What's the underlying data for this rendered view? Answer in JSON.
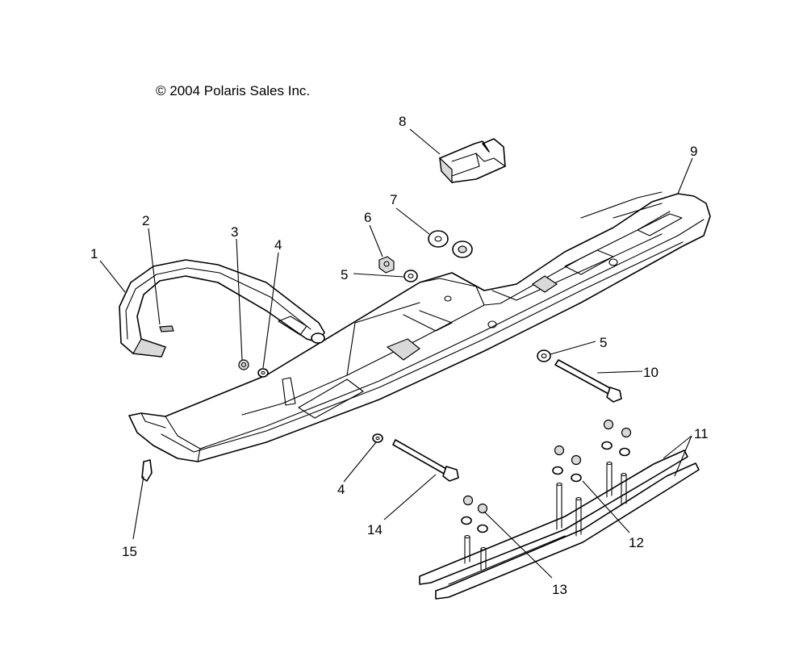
{
  "copyright": "© 2004 Polaris Sales Inc.",
  "callouts": [
    {
      "id": "1",
      "label": "1"
    },
    {
      "id": "2",
      "label": "2"
    },
    {
      "id": "3",
      "label": "3"
    },
    {
      "id": "4a",
      "label": "4"
    },
    {
      "id": "4b",
      "label": "4"
    },
    {
      "id": "5a",
      "label": "5"
    },
    {
      "id": "5b",
      "label": "5"
    },
    {
      "id": "6",
      "label": "6"
    },
    {
      "id": "7",
      "label": "7"
    },
    {
      "id": "8",
      "label": "8"
    },
    {
      "id": "9",
      "label": "9"
    },
    {
      "id": "10",
      "label": "10"
    },
    {
      "id": "11",
      "label": "11"
    },
    {
      "id": "12",
      "label": "12"
    },
    {
      "id": "13",
      "label": "13"
    },
    {
      "id": "14",
      "label": "14"
    },
    {
      "id": "15",
      "label": "15"
    }
  ]
}
